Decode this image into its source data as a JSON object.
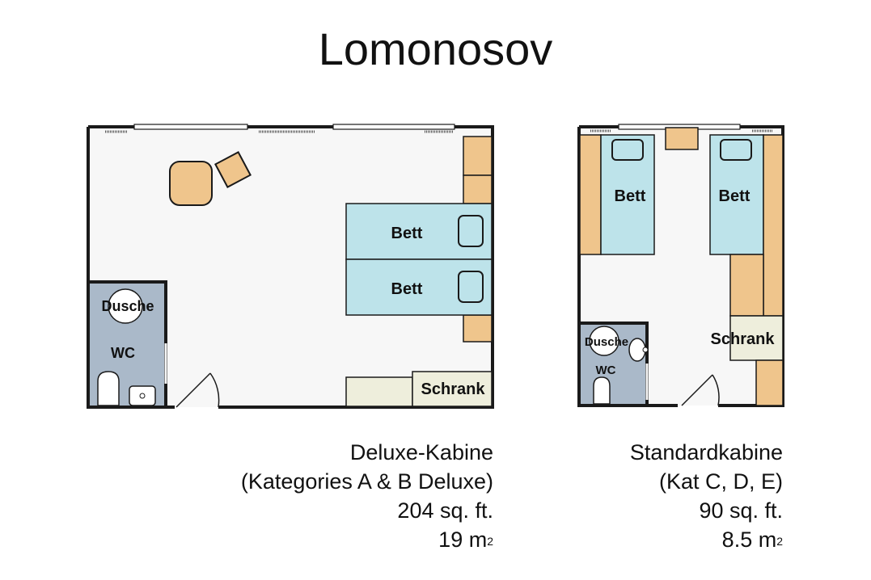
{
  "title": "Lomonosov",
  "deluxe": {
    "labels": {
      "bed1": "Bett",
      "bed2": "Bett",
      "shower": "Dusche",
      "wc": "WC",
      "wardrobe": "Schrank"
    },
    "caption": {
      "name": "Deluxe-Kabine",
      "categories": "(Kategories A & B Deluxe)",
      "area_sqft": "204 sq. ft.",
      "area_m": "19 m",
      "area_unit_sup": "2"
    }
  },
  "standard": {
    "labels": {
      "bed1": "Bett",
      "bed2": "Bett",
      "shower": "Dusche",
      "wc": "WC",
      "wardrobe": "Schrank"
    },
    "caption": {
      "name": "Standardkabine",
      "categories": "(Kat C, D, E)",
      "area_sqft": "90 sq. ft.",
      "area_m": "8.5 m",
      "area_unit_sup": "2"
    }
  },
  "colors": {
    "floor": "#f7f7f7",
    "wall": "#1a1a1a",
    "furniture": "#efc58c",
    "bed": "#bde3ea",
    "bathroom": "#aab9c9",
    "wardrobe": "#eeeedc"
  }
}
